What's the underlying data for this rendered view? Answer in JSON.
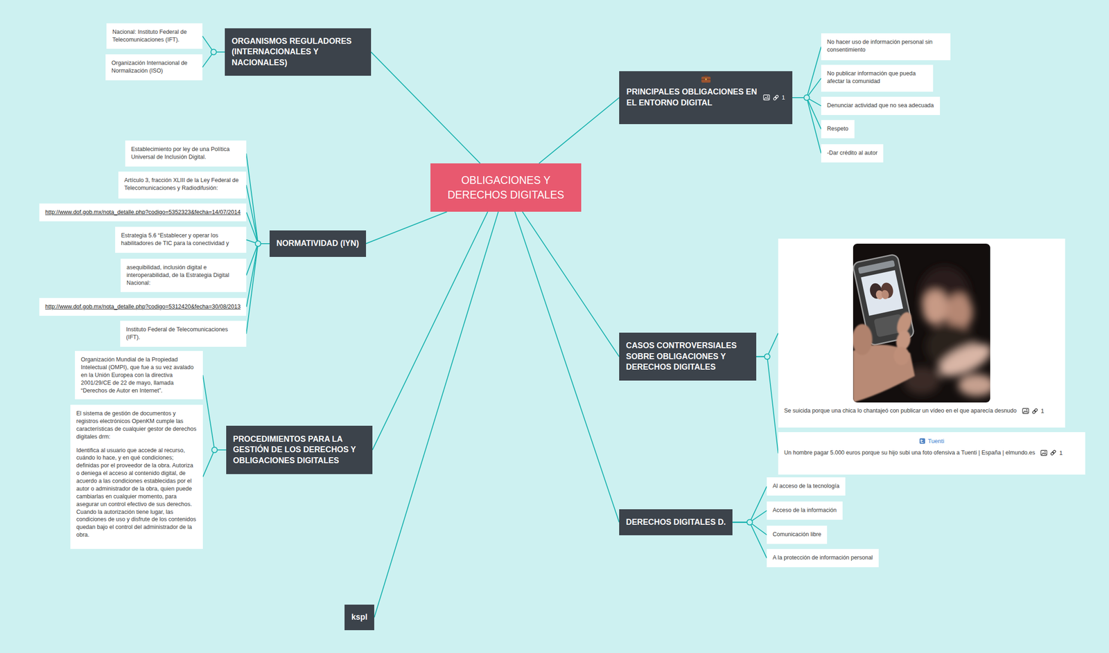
{
  "diagram": {
    "nodes": [
      {
        "text": [
          "OBLIGACIONES Y DERECHOS DIGITALES"
        ]
      },
      {
        "text": [
          "ORGANISMOS REGULADORES (INTERNACIONALES Y NACIONALES)"
        ]
      },
      {
        "text": [
          "Nacional: Instituto Federal de Telecomunicaciones (IFT)."
        ]
      },
      {
        "text": [
          "Organización Internacional de Normalización (ISO)"
        ]
      },
      {
        "text": [
          "NORMATIVIDAD (IYN)"
        ]
      },
      {
        "text": [
          "Establecimiento por ley de una Política Universal de Inclusión Digital."
        ]
      },
      {
        "text": [
          "Artículo 3, fracción XLIII de la Ley Federal de Telecomunicaciones y Radiodifusión:"
        ]
      },
      {
        "text": [
          "http://www.dof.gob.mx/nota_detalle.php?codigo=5352323&fecha=14/07/2014"
        ]
      },
      {
        "text": [
          "Estrategia 5.6 “Establecer y operar los habilitadores de TIC para la conectividad y"
        ]
      },
      {
        "text": [
          "asequibilidad, inclusión digital e interoperabilidad, de la Estrategia Digital Nacional:"
        ]
      },
      {
        "text": [
          "http://www.dof.gob.mx/nota_detalle.php?codigo=5312420&fecha=30/08/2013"
        ]
      },
      {
        "text": [
          "Instituto Federal de Telecomunicaciones (IFT)."
        ]
      },
      {
        "text": [
          "PROCEDIMIENTOS PARA LA GESTIÓN DE LOS DERECHOS Y OBLIGACIONES DIGITALES"
        ]
      },
      {
        "text": [
          "Organización Mundial de la Propiedad Intelectual (OMPI), que fue a su vez avalado en la Unión Europea con la directiva 2001/29/CE de 22 de mayo, llamada “Derechos de Autor en Internet”."
        ]
      },
      {
        "text": [
          "El sistema de gestión de documentos y registros electrónicos OpenKM cumple las características de cualquier gestor de derechos digitales drm:",
          "Identifica al usuario que accede al recurso, cuándo lo hace, y en qué condiciones; definidas por el proveedor de la obra. Autoriza o deniega el acceso al contenido digital, de acuerdo a las condiciones establecidas por el autor o administrador de la obra, quien puede cambiarlas en cualquier momento, para asegurar un control efectivo de sus derechos. Cuando la autorización tiene lugar, las condiciones de uso y disfrute de los contenidos quedan bajo el control del administrador de la obra."
        ]
      },
      {
        "text": [
          "kspl"
        ]
      },
      {
        "text": [
          "PRINCIPALES OBLIGACIONES EN EL ENTORNO DIGITAL",
          "1"
        ]
      },
      {
        "text": [
          "No hacer uso de información personal sin consentimiento"
        ]
      },
      {
        "text": [
          "No publicar información que pueda afectar la comunidad"
        ]
      },
      {
        "text": [
          "Denunciar actividad que no sea adecuada"
        ]
      },
      {
        "text": [
          "Respeto"
        ]
      },
      {
        "text": [
          "-Dar crédito al autor"
        ]
      },
      {
        "text": [
          "CASOS CONTROVERSIALES SOBRE OBLIGACIONES Y DERECHOS DIGITALES"
        ]
      },
      {
        "text": [
          "Se suicida porque una chica lo chantajeó con publicar un vídeo en el que aparecía desnudo",
          "1"
        ]
      },
      {
        "text": [
          "Tuenti",
          "Un hombre pagar 5.000 euros porque su hijo subi una foto ofensiva a Tuenti | España | elmundo.es",
          "1"
        ]
      },
      {
        "text": [
          "DERECHOS DIGITALES D."
        ]
      },
      {
        "text": [
          "Al acceso de la tecnología"
        ]
      },
      {
        "text": [
          "Acceso de la información"
        ]
      },
      {
        "text": [
          "Comunicación libre"
        ]
      },
      {
        "text": [
          "A la protección de información personal"
        ]
      }
    ],
    "edges": [
      {
        "from": 0,
        "to": 1,
        "arrow": "none"
      },
      {
        "from": 0,
        "to": 4,
        "arrow": "none"
      },
      {
        "from": 0,
        "to": 12,
        "arrow": "none"
      },
      {
        "from": 0,
        "to": 15,
        "arrow": "none"
      },
      {
        "from": 0,
        "to": 16,
        "arrow": "none"
      },
      {
        "from": 0,
        "to": 22,
        "arrow": "none"
      },
      {
        "from": 0,
        "to": 25,
        "arrow": "none"
      },
      {
        "from": 1,
        "to": 2,
        "arrow": "none"
      },
      {
        "from": 1,
        "to": 3,
        "arrow": "none"
      },
      {
        "from": 4,
        "to": 5,
        "arrow": "none"
      },
      {
        "from": 4,
        "to": 6,
        "arrow": "none"
      },
      {
        "from": 4,
        "to": 7,
        "arrow": "none"
      },
      {
        "from": 4,
        "to": 8,
        "arrow": "none"
      },
      {
        "from": 4,
        "to": 9,
        "arrow": "none"
      },
      {
        "from": 4,
        "to": 10,
        "arrow": "none"
      },
      {
        "from": 4,
        "to": 11,
        "arrow": "none"
      },
      {
        "from": 12,
        "to": 13,
        "arrow": "none"
      },
      {
        "from": 12,
        "to": 14,
        "arrow": "none"
      },
      {
        "from": 16,
        "to": 17,
        "arrow": "none"
      },
      {
        "from": 16,
        "to": 18,
        "arrow": "none"
      },
      {
        "from": 16,
        "to": 19,
        "arrow": "none"
      },
      {
        "from": 16,
        "to": 20,
        "arrow": "none"
      },
      {
        "from": 16,
        "to": 21,
        "arrow": "none"
      },
      {
        "from": 22,
        "to": 23,
        "arrow": "none"
      },
      {
        "from": 22,
        "to": 24,
        "arrow": "none"
      },
      {
        "from": 25,
        "to": 26,
        "arrow": "none"
      },
      {
        "from": 25,
        "to": 27,
        "arrow": "none"
      },
      {
        "from": 25,
        "to": 28,
        "arrow": "none"
      },
      {
        "from": 25,
        "to": 29,
        "arrow": "none"
      }
    ]
  }
}
